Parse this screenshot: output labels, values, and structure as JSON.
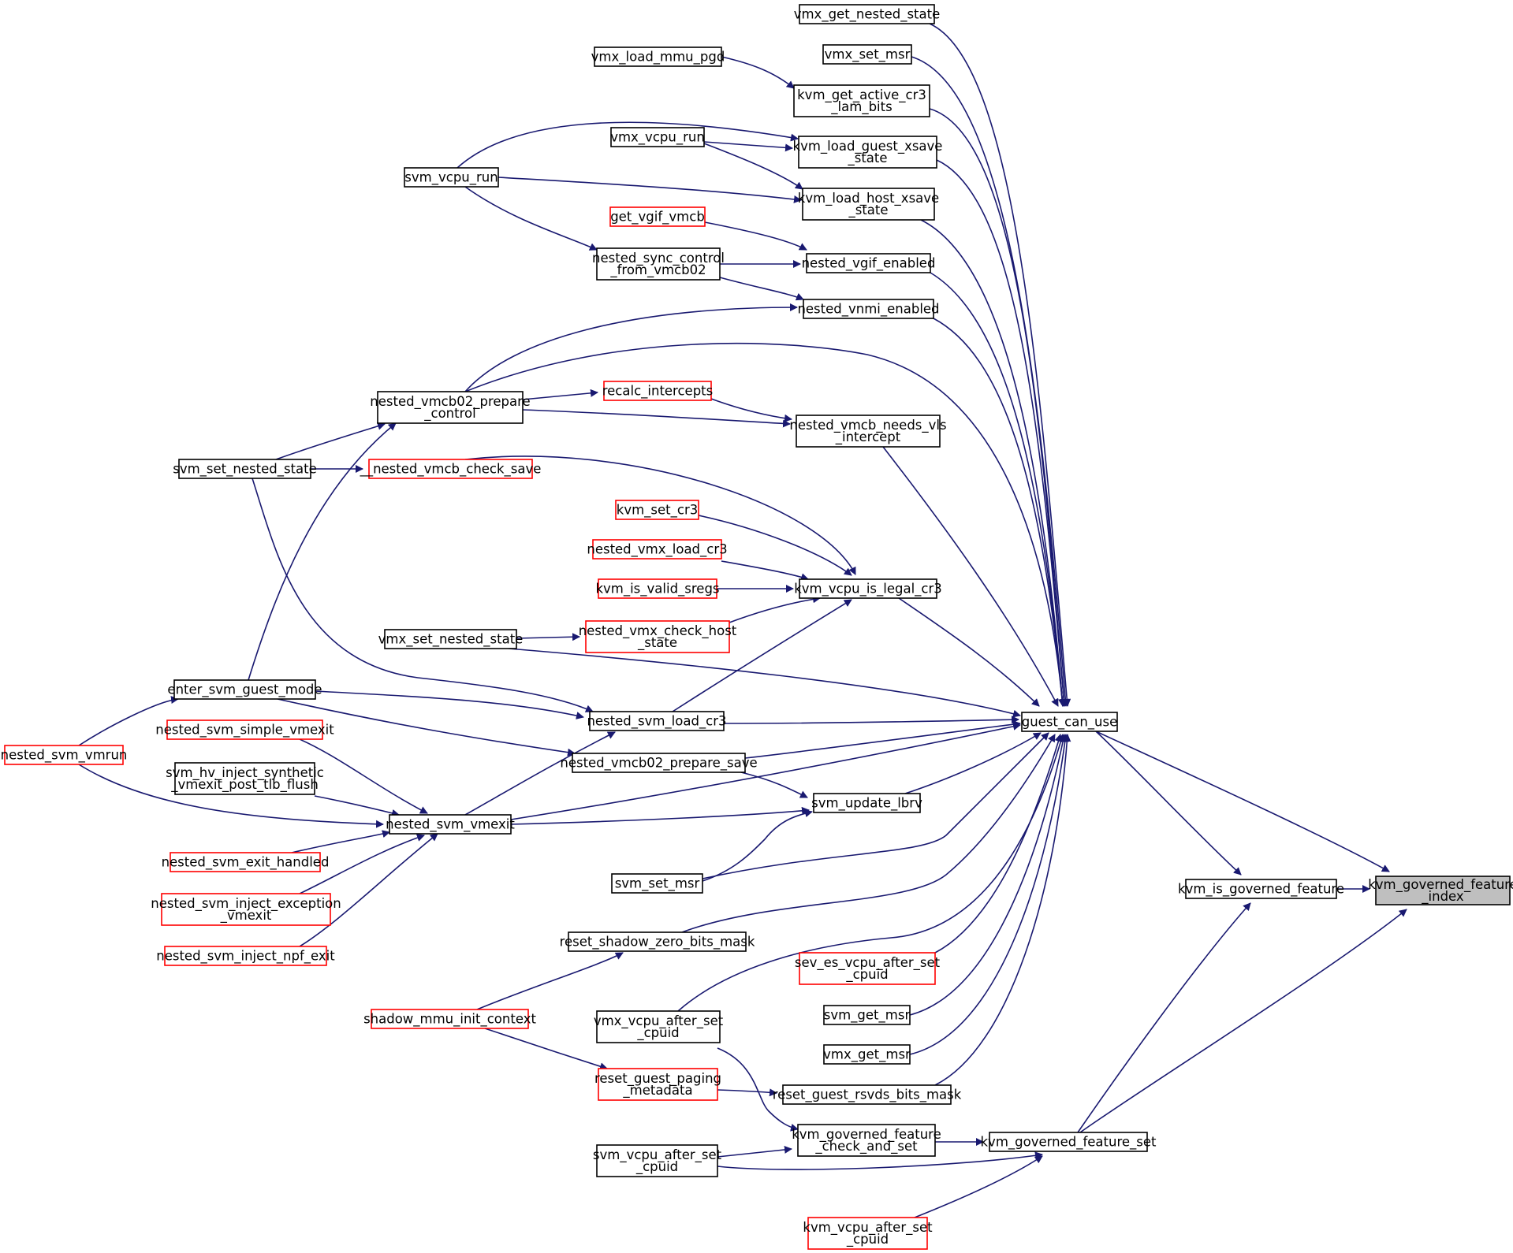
{
  "graph": {
    "title": "",
    "colors": {
      "edge": "#191970",
      "arrow": "#191970",
      "normal_border": "#000000",
      "truncated_border": "#ff0000",
      "focus_fill": "#bfbfbf",
      "node_fill": "#ffffff"
    },
    "nodes": [
      {
        "id": "kvm_governed_feature_index",
        "lines": [
          "kvm_governed_feature",
          "_index"
        ],
        "style": "focus"
      },
      {
        "id": "guest_can_use",
        "lines": [
          "guest_can_use"
        ],
        "style": "normal"
      },
      {
        "id": "kvm_is_governed_feature",
        "lines": [
          "kvm_is_governed_feature"
        ],
        "style": "normal"
      },
      {
        "id": "kvm_governed_feature_set",
        "lines": [
          "kvm_governed_feature_set"
        ],
        "style": "normal"
      },
      {
        "id": "vmx_get_nested_state",
        "lines": [
          "vmx_get_nested_state"
        ],
        "style": "normal"
      },
      {
        "id": "vmx_set_msr",
        "lines": [
          "vmx_set_msr"
        ],
        "style": "normal"
      },
      {
        "id": "vmx_load_mmu_pgd",
        "lines": [
          "vmx_load_mmu_pgd"
        ],
        "style": "normal"
      },
      {
        "id": "kvm_get_active_cr3_lam_bits",
        "lines": [
          "kvm_get_active_cr3",
          "_lam_bits"
        ],
        "style": "normal"
      },
      {
        "id": "vmx_vcpu_run",
        "lines": [
          "vmx_vcpu_run"
        ],
        "style": "normal"
      },
      {
        "id": "kvm_load_guest_xsave_state",
        "lines": [
          "kvm_load_guest_xsave",
          "_state"
        ],
        "style": "normal"
      },
      {
        "id": "svm_vcpu_run",
        "lines": [
          "svm_vcpu_run"
        ],
        "style": "normal"
      },
      {
        "id": "kvm_load_host_xsave_state",
        "lines": [
          "kvm_load_host_xsave",
          "_state"
        ],
        "style": "normal"
      },
      {
        "id": "get_vgif_vmcb",
        "lines": [
          "get_vgif_vmcb"
        ],
        "style": "truncated"
      },
      {
        "id": "nested_vgif_enabled",
        "lines": [
          "nested_vgif_enabled"
        ],
        "style": "normal"
      },
      {
        "id": "nested_sync_control_from_vmcb02",
        "lines": [
          "nested_sync_control",
          "_from_vmcb02"
        ],
        "style": "normal"
      },
      {
        "id": "nested_vnmi_enabled",
        "lines": [
          "nested_vnmi_enabled"
        ],
        "style": "normal"
      },
      {
        "id": "nested_vmcb02_prepare_control",
        "lines": [
          "nested_vmcb02_prepare",
          "_control"
        ],
        "style": "normal"
      },
      {
        "id": "recalc_intercepts",
        "lines": [
          "recalc_intercepts"
        ],
        "style": "truncated"
      },
      {
        "id": "nested_vmcb_needs_vls_intercept",
        "lines": [
          "nested_vmcb_needs_vls",
          "_intercept"
        ],
        "style": "normal"
      },
      {
        "id": "svm_set_nested_state",
        "lines": [
          "svm_set_nested_state"
        ],
        "style": "normal"
      },
      {
        "id": "nested_vmcb_check_save",
        "lines": [
          "__nested_vmcb_check_save"
        ],
        "style": "truncated"
      },
      {
        "id": "kvm_set_cr3",
        "lines": [
          "kvm_set_cr3"
        ],
        "style": "truncated"
      },
      {
        "id": "nested_vmx_load_cr3",
        "lines": [
          "nested_vmx_load_cr3"
        ],
        "style": "truncated"
      },
      {
        "id": "kvm_is_valid_sregs",
        "lines": [
          "kvm_is_valid_sregs"
        ],
        "style": "truncated"
      },
      {
        "id": "kvm_vcpu_is_legal_cr3",
        "lines": [
          "kvm_vcpu_is_legal_cr3"
        ],
        "style": "normal"
      },
      {
        "id": "vmx_set_nested_state",
        "lines": [
          "vmx_set_nested_state"
        ],
        "style": "normal"
      },
      {
        "id": "nested_vmx_check_host_state",
        "lines": [
          "nested_vmx_check_host",
          "_state"
        ],
        "style": "truncated"
      },
      {
        "id": "enter_svm_guest_mode",
        "lines": [
          "enter_svm_guest_mode"
        ],
        "style": "normal"
      },
      {
        "id": "nested_svm_load_cr3",
        "lines": [
          "nested_svm_load_cr3"
        ],
        "style": "normal"
      },
      {
        "id": "nested_svm_simple_vmexit",
        "lines": [
          "nested_svm_simple_vmexit"
        ],
        "style": "truncated"
      },
      {
        "id": "nested_svm_vmrun",
        "lines": [
          "nested_svm_vmrun"
        ],
        "style": "truncated"
      },
      {
        "id": "nested_vmcb02_prepare_save",
        "lines": [
          "nested_vmcb02_prepare_save"
        ],
        "style": "normal"
      },
      {
        "id": "svm_hv_inject_synthetic_vmexit_post_tlb_flush",
        "lines": [
          "svm_hv_inject_synthetic",
          "_vmexit_post_tlb_flush"
        ],
        "style": "normal"
      },
      {
        "id": "svm_update_lbrv",
        "lines": [
          "svm_update_lbrv"
        ],
        "style": "normal"
      },
      {
        "id": "nested_svm_vmexit",
        "lines": [
          "nested_svm_vmexit"
        ],
        "style": "normal"
      },
      {
        "id": "nested_svm_exit_handled",
        "lines": [
          "nested_svm_exit_handled"
        ],
        "style": "truncated"
      },
      {
        "id": "svm_set_msr",
        "lines": [
          "svm_set_msr"
        ],
        "style": "normal"
      },
      {
        "id": "nested_svm_inject_exception_vmexit",
        "lines": [
          "nested_svm_inject_exception",
          "_vmexit"
        ],
        "style": "truncated"
      },
      {
        "id": "reset_shadow_zero_bits_mask",
        "lines": [
          "reset_shadow_zero_bits_mask"
        ],
        "style": "normal"
      },
      {
        "id": "nested_svm_inject_npf_exit",
        "lines": [
          "nested_svm_inject_npf_exit"
        ],
        "style": "truncated"
      },
      {
        "id": "sev_es_vcpu_after_set_cpuid",
        "lines": [
          "sev_es_vcpu_after_set",
          "_cpuid"
        ],
        "style": "truncated"
      },
      {
        "id": "shadow_mmu_init_context",
        "lines": [
          "shadow_mmu_init_context"
        ],
        "style": "truncated"
      },
      {
        "id": "vmx_vcpu_after_set_cpuid",
        "lines": [
          "vmx_vcpu_after_set",
          "_cpuid"
        ],
        "style": "normal"
      },
      {
        "id": "svm_get_msr",
        "lines": [
          "svm_get_msr"
        ],
        "style": "normal"
      },
      {
        "id": "vmx_get_msr",
        "lines": [
          "vmx_get_msr"
        ],
        "style": "normal"
      },
      {
        "id": "reset_guest_paging_metadata",
        "lines": [
          "reset_guest_paging",
          "_metadata"
        ],
        "style": "truncated"
      },
      {
        "id": "reset_guest_rsvds_bits_mask",
        "lines": [
          "reset_guest_rsvds_bits_mask"
        ],
        "style": "normal"
      },
      {
        "id": "kvm_governed_feature_check_and_set",
        "lines": [
          "kvm_governed_feature",
          "_check_and_set"
        ],
        "style": "normal"
      },
      {
        "id": "svm_vcpu_after_set_cpuid",
        "lines": [
          "svm_vcpu_after_set",
          "_cpuid"
        ],
        "style": "normal"
      },
      {
        "id": "kvm_vcpu_after_set_cpuid",
        "lines": [
          "kvm_vcpu_after_set",
          "_cpuid"
        ],
        "style": "truncated"
      }
    ]
  }
}
